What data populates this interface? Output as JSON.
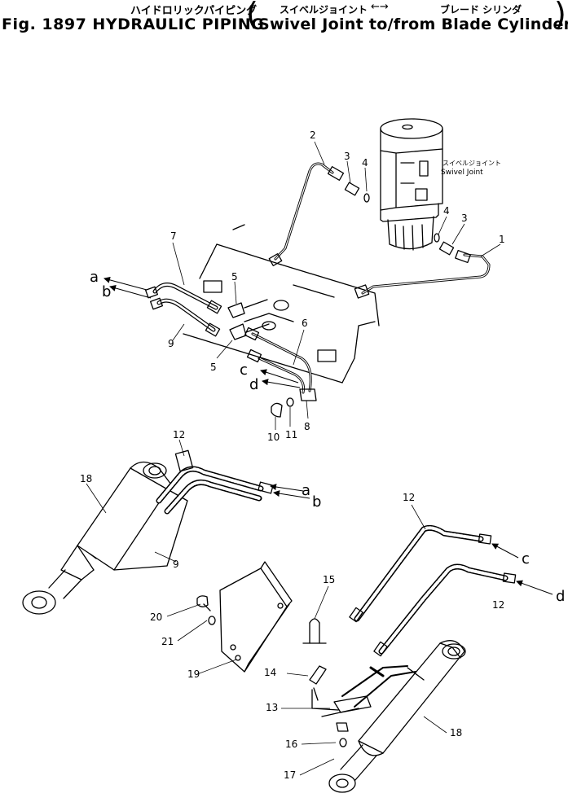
{
  "title": {
    "fig": "Fig. 1897 HYDRAULIC PIPING",
    "jp_main": "ハイドロリックパイピング",
    "sub": "Swivel Joint to/from Blade Cylinder",
    "jp_swivel": "スイベルジョイント",
    "arrow": "←→",
    "jp_blade": "ブレード シリンダ"
  },
  "swivel_label": {
    "jp": "スイベルジョイント",
    "en": "Swivel Joint"
  },
  "part_numbers": [
    "1",
    "2",
    "3",
    "3",
    "4",
    "4",
    "5",
    "5",
    "6",
    "7",
    "8",
    "9",
    "9",
    "10",
    "11",
    "12",
    "12",
    "12",
    "13",
    "14",
    "15",
    "16",
    "17",
    "18",
    "18",
    "19",
    "20",
    "21"
  ],
  "connection_letters": [
    "a",
    "b",
    "c",
    "d",
    "a",
    "b",
    "c",
    "d"
  ]
}
